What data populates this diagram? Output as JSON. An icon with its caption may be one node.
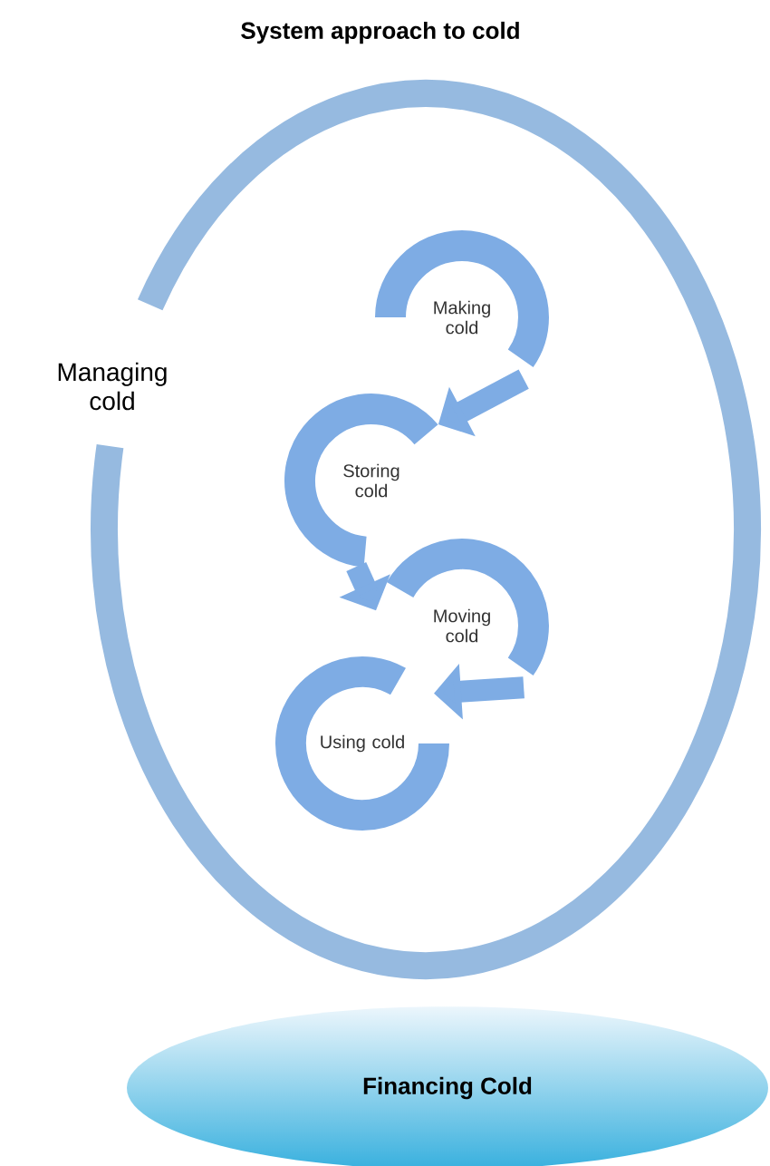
{
  "diagram": {
    "title": "System approach to cold",
    "nodes": [
      {
        "text": [
          "Managing cold"
        ]
      },
      {
        "text": [
          "Making cold"
        ],
        "in": 0
      },
      {
        "text": [
          "Storing cold"
        ],
        "in": 0
      },
      {
        "text": [
          "Moving cold"
        ],
        "in": 0
      },
      {
        "text": [
          "Using cold"
        ],
        "in": 0
      },
      {
        "text": [
          "Financing Cold"
        ]
      }
    ],
    "edges": [
      {
        "from": 1,
        "to": 2,
        "arrow": "to"
      },
      {
        "from": 2,
        "to": 3,
        "arrow": "to"
      },
      {
        "from": 3,
        "to": 4,
        "arrow": "to"
      }
    ]
  }
}
